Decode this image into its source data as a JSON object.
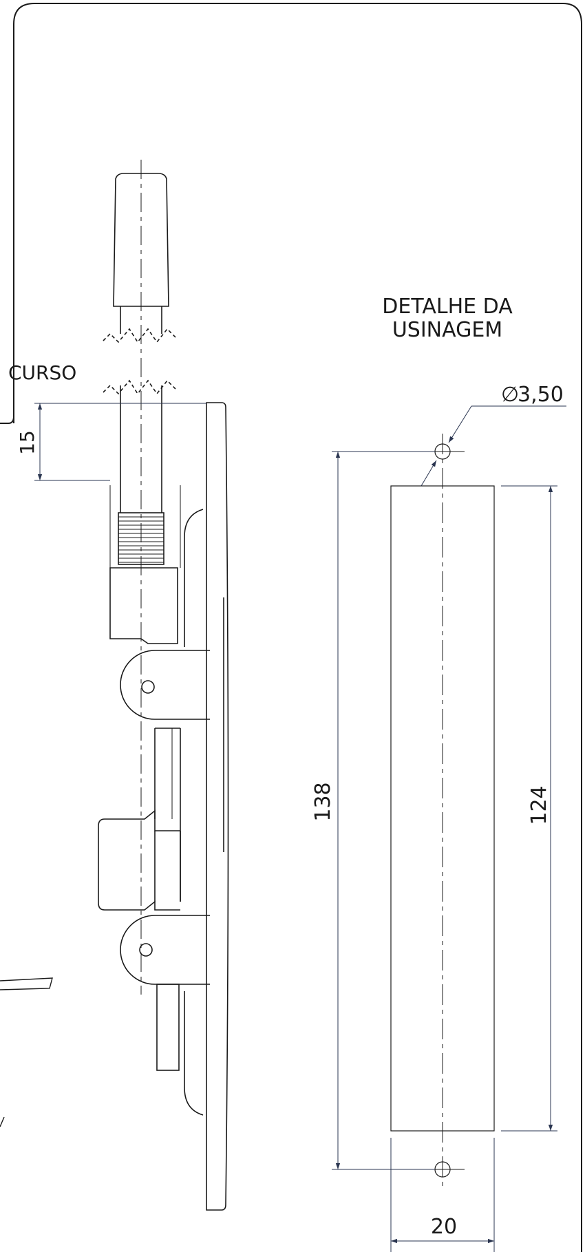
{
  "labels": {
    "detail_title_line1": "DETALHE DA",
    "detail_title_line2": "USINAGEM",
    "travel": "CURSO",
    "dim_travel": "15",
    "dim_hole_diameter": "3,50",
    "dim_hole_spacing": "138",
    "dim_slot_length": "124",
    "dim_slot_width": "20"
  },
  "symbols": {
    "diameter": "∅"
  },
  "colors": {
    "line": "#1a1a1a",
    "dimension": "#2a3550",
    "background": "#ffffff"
  }
}
